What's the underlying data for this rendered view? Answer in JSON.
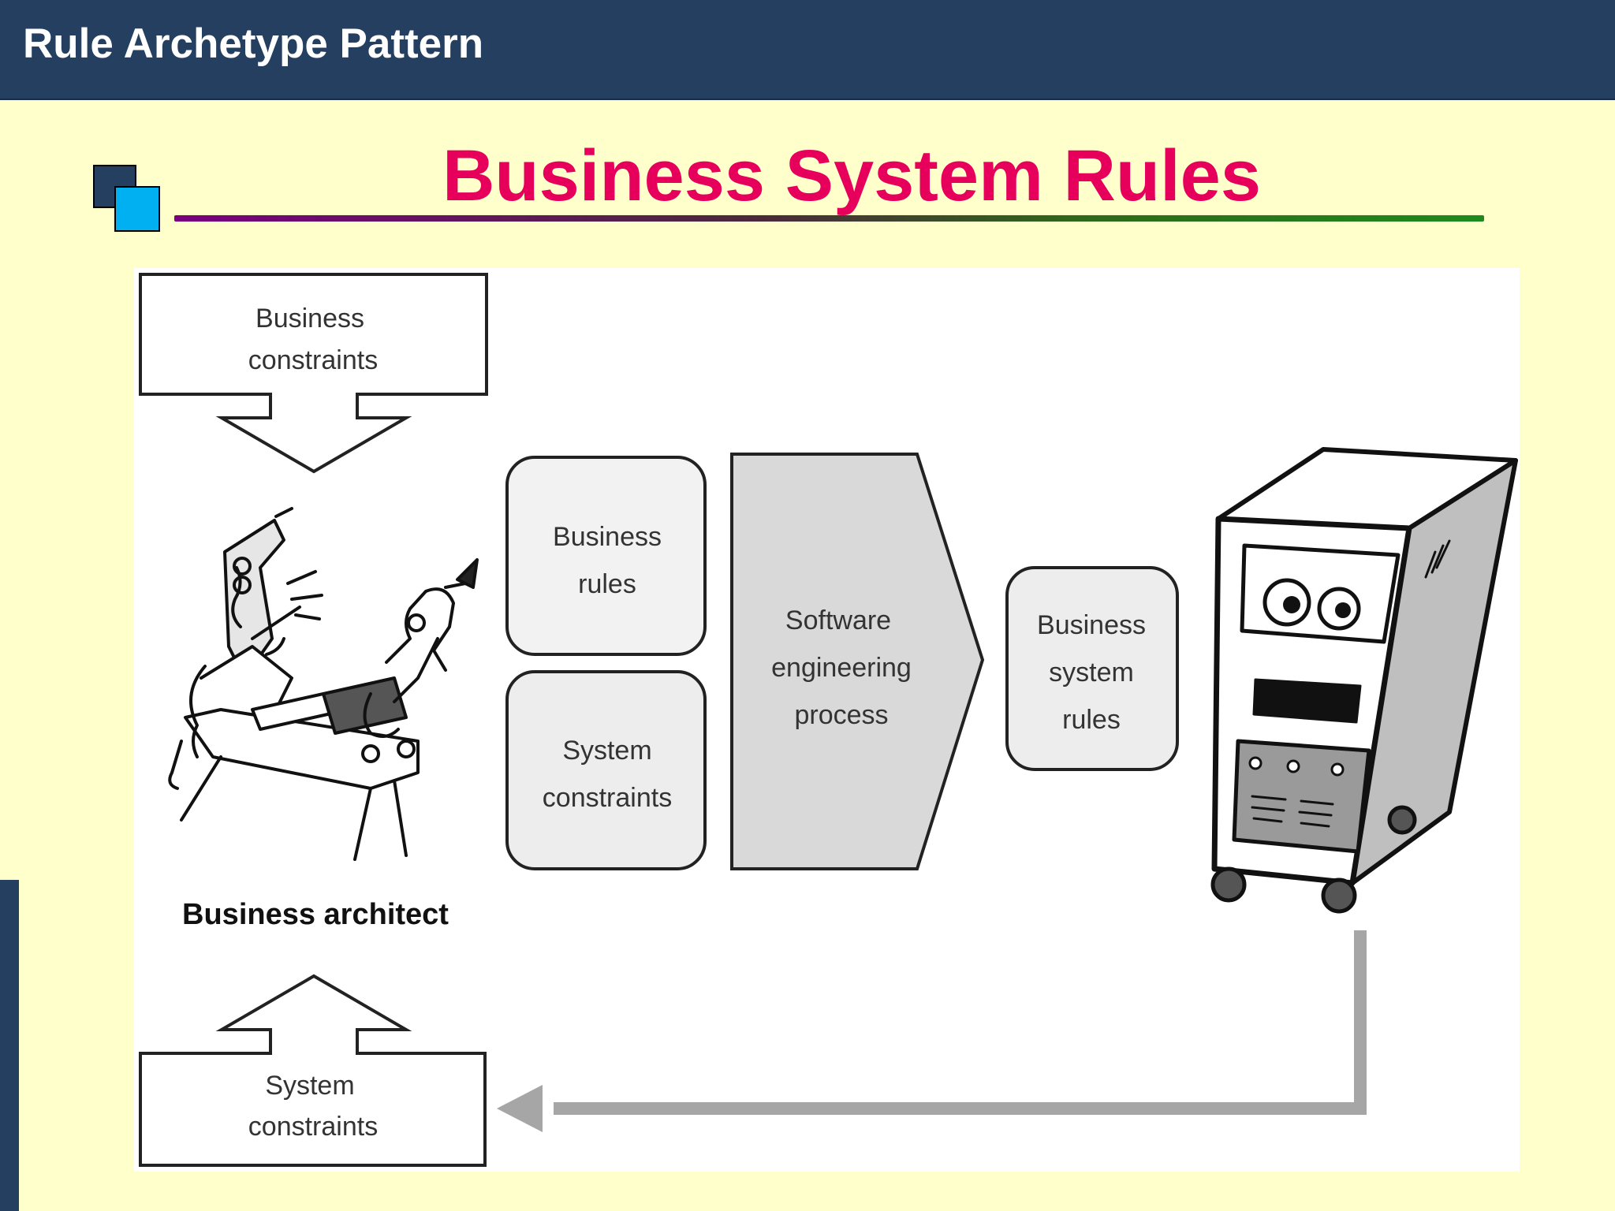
{
  "header": {
    "title": "Rule Archetype Pattern"
  },
  "slide": {
    "title": "Business System Rules"
  },
  "diagram": {
    "business_constraints_box": {
      "line1": "Business",
      "line2": "constraints"
    },
    "system_constraints_box": {
      "line1": "System",
      "line2": "constraints"
    },
    "architect_label": "Business architect",
    "business_rules_box": {
      "line1": "Business",
      "line2": "rules"
    },
    "system_constraints_inner_box": {
      "line1": "System",
      "line2": "constraints"
    },
    "process_box": {
      "line1": "Software",
      "line2": "engineering",
      "line3": "process"
    },
    "business_system_rules_box": {
      "line1": "Business",
      "line2": "system",
      "line3": "rules"
    }
  },
  "colors": {
    "header_bg": "#243f60",
    "slide_bg": "#ffffcc",
    "title_color": "#e6005c",
    "bullet_light": "#00b0f0",
    "process_fill": "#d9d9d9",
    "feedback_arrow": "#a6a6a6"
  },
  "icons": [
    "business-architect-illustration-icon",
    "computer-server-illustration-icon"
  ]
}
